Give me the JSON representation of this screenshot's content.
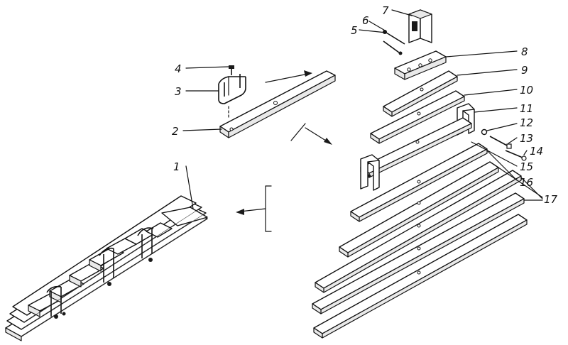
{
  "callouts": {
    "n1": "1",
    "n2": "2",
    "n3": "3",
    "n4": "4",
    "n5": "5",
    "n6": "6",
    "n7": "7",
    "n8": "8",
    "n9": "9",
    "n10": "10",
    "n11": "11",
    "n12": "12",
    "n13": "13",
    "n14": "14",
    "n15": "15",
    "n16": "16",
    "n17": "17"
  },
  "colors": {
    "ink": "#111111",
    "paper": "#ffffff"
  }
}
